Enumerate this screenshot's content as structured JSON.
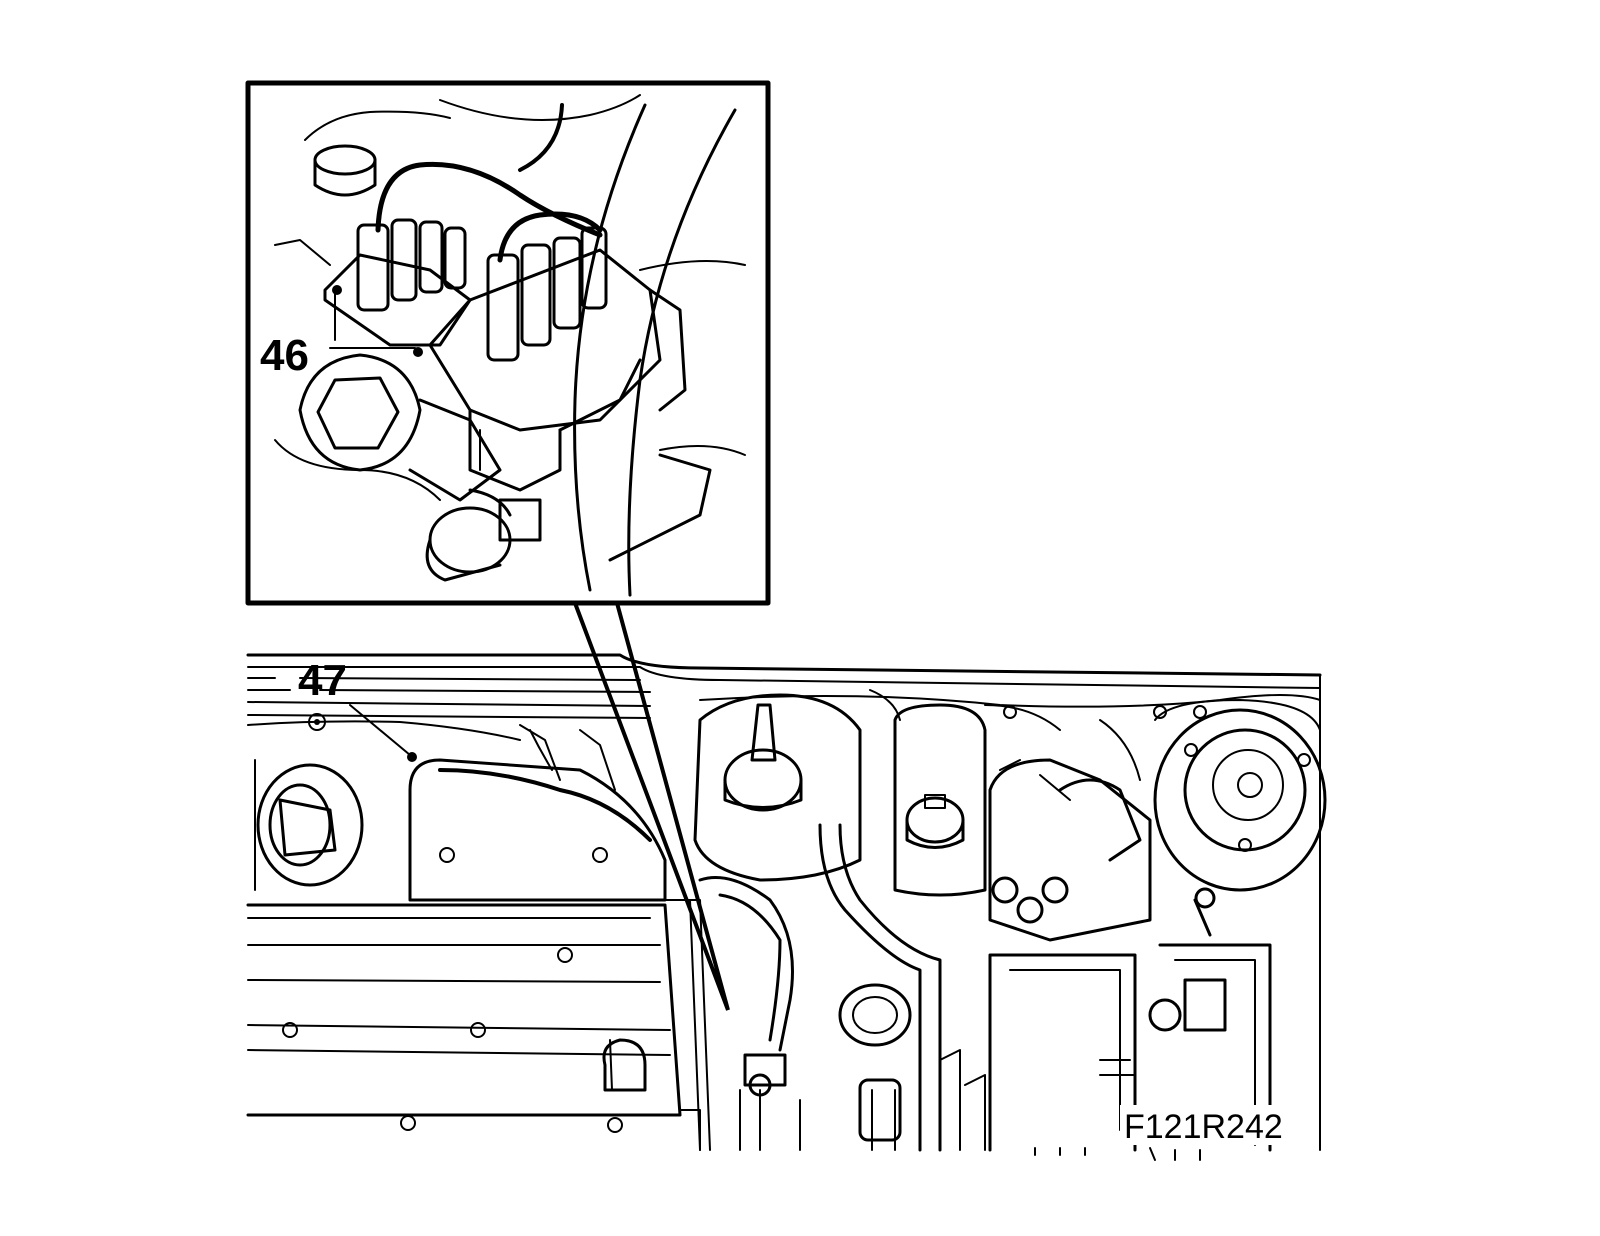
{
  "figure": {
    "callouts": [
      {
        "id": "46",
        "text": "46"
      },
      {
        "id": "47",
        "text": "47"
      }
    ],
    "figure_code": "F121R242",
    "colors": {
      "line": "#000000",
      "background": "#ffffff"
    }
  }
}
